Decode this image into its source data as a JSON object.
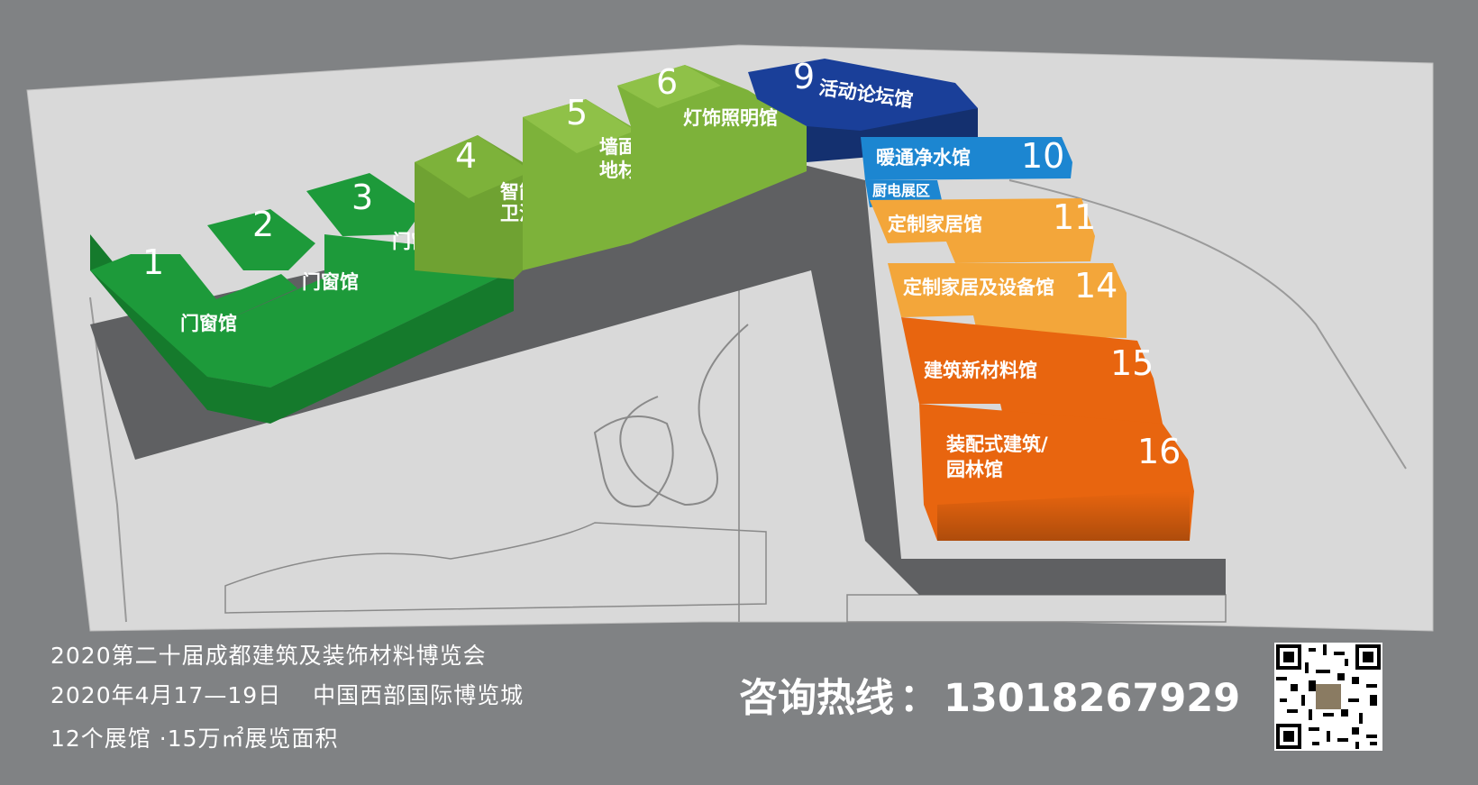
{
  "halls": [
    {
      "id": "1",
      "name": [
        "门窗馆"
      ],
      "color": "#1d9a3a"
    },
    {
      "id": "2",
      "name": [
        "门窗馆"
      ],
      "color": "#1d9a3a"
    },
    {
      "id": "3",
      "name": [
        "门窗馆"
      ],
      "color": "#1d9a3a"
    },
    {
      "id": "4",
      "name": [
        "智能家居/",
        "卫浴馆"
      ],
      "color": "#7db23a"
    },
    {
      "id": "5",
      "name": [
        "墙面/吊顶/",
        "地材/软装馆"
      ],
      "color": "#7db23a"
    },
    {
      "id": "6",
      "name": [
        "灯饰照明馆"
      ],
      "color": "#7db23a"
    },
    {
      "id": "9",
      "name": [
        "活动论坛馆"
      ],
      "color": "#1a3f99"
    },
    {
      "id": "10",
      "name": [
        "暖通净水馆"
      ],
      "color": "#1c86d1"
    },
    {
      "id": "11",
      "name": [
        "定制家居馆"
      ],
      "color": "#f3a63a"
    },
    {
      "id": "14",
      "name": [
        "定制家居及设备馆"
      ],
      "color": "#f3a63a"
    },
    {
      "id": "15",
      "name": [
        "建筑新材料馆"
      ],
      "color": "#e8650f"
    },
    {
      "id": "16",
      "name": [
        "装配式建筑/",
        "园林馆"
      ],
      "color": "#e8650f"
    }
  ],
  "zone_label": "厨电展区",
  "info": {
    "line1": "2020第二十届成都建筑及装饰材料博览会",
    "line2": "2020年4月17—19日　 中国西部国际博览城",
    "line3": "12个展馆 ·15万㎡展览面积"
  },
  "hotline": {
    "label": "咨询热线",
    "sep": "：",
    "number": "13018267929"
  },
  "colors": {
    "background": "#808284",
    "ground": "#d8d8d8",
    "ground_shadow": "#5e5f61"
  }
}
